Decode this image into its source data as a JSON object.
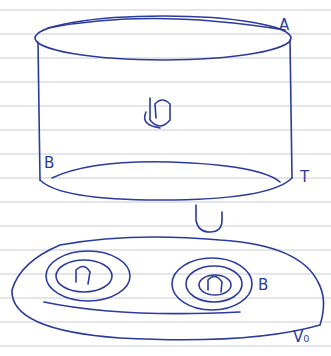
{
  "diagram": {
    "labels": [
      "A",
      "B",
      "T",
      "B",
      "V₀"
    ]
  }
}
